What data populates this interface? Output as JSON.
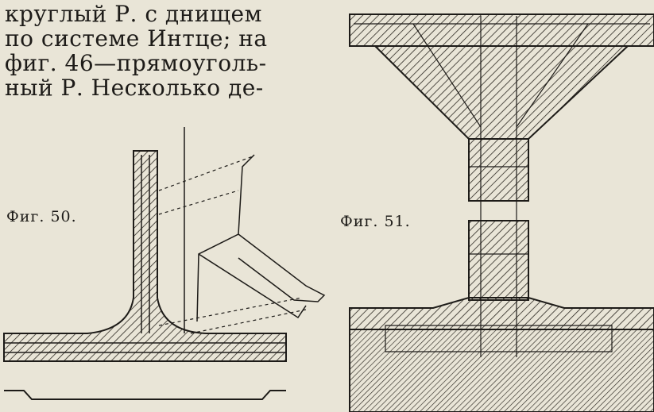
{
  "text_lines": [
    "круглый Р. с днищем",
    "по системе Интце; на",
    "фиг. 46—прямоуголь-",
    "ный Р. Несколько де-"
  ],
  "figures": {
    "fig50_caption": "Фиг. 50.",
    "fig51_caption": "Фиг. 51."
  }
}
